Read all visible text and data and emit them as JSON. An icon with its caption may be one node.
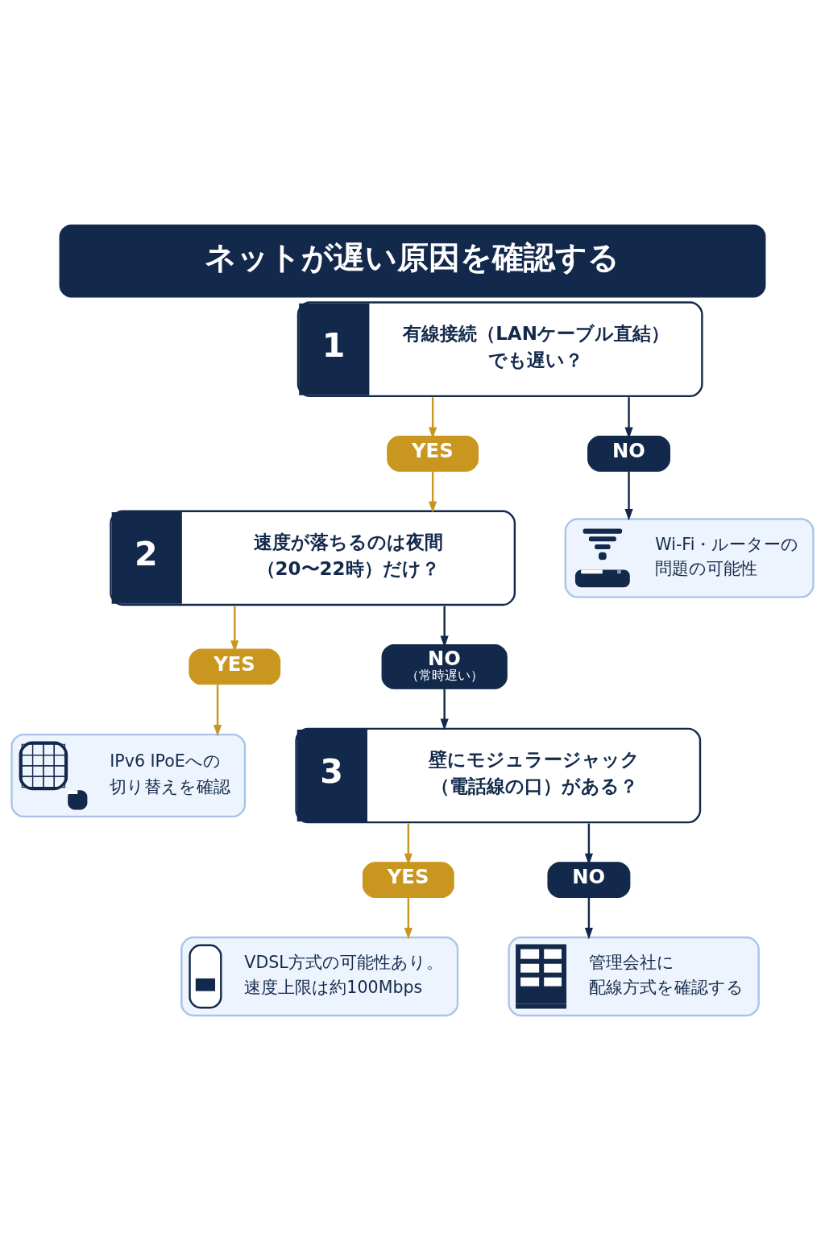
{
  "diagram": {
    "title": "ネットが遅い原因を確認する",
    "nodes": [
      {
        "text": [
          "1",
          "有線接続（LANケーブル直結）でも遅い？"
        ]
      },
      {
        "text": [
          "YES"
        ]
      },
      {
        "text": [
          "NO"
        ]
      },
      {
        "text": [
          "Wi-Fi・ルーターの問題の可能性"
        ]
      },
      {
        "text": [
          "2",
          "速度が落ちるのは夜間（20〜22時）だけ？"
        ]
      },
      {
        "text": [
          "YES"
        ]
      },
      {
        "text": [
          "NO",
          "（常時遅い）"
        ]
      },
      {
        "text": [
          "IPv6 IPoEへの切り替えを確認"
        ]
      },
      {
        "text": [
          "3",
          "壁にモジュラージャック（電話線の口）がある？"
        ]
      },
      {
        "text": [
          "YES"
        ]
      },
      {
        "text": [
          "NO"
        ]
      },
      {
        "text": [
          "VDSL方式の可能性あり。速度上限は約100Mbps"
        ]
      },
      {
        "text": [
          "管理会社に配線方式を確認する"
        ]
      }
    ],
    "edges": [
      {
        "from": 0,
        "to": 1,
        "arrow": "to",
        "color": "#c9961f"
      },
      {
        "from": 0,
        "to": 2,
        "arrow": "to",
        "color": "#13294b"
      },
      {
        "from": 1,
        "to": 4,
        "arrow": "to",
        "color": "#c9961f"
      },
      {
        "from": 2,
        "to": 3,
        "arrow": "to",
        "color": "#13294b"
      },
      {
        "from": 4,
        "to": 5,
        "arrow": "to",
        "color": "#c9961f"
      },
      {
        "from": 4,
        "to": 6,
        "arrow": "to",
        "color": "#13294b"
      },
      {
        "from": 5,
        "to": 7,
        "arrow": "to",
        "color": "#c9961f"
      },
      {
        "from": 6,
        "to": 8,
        "arrow": "to",
        "color": "#13294b"
      },
      {
        "from": 8,
        "to": 9,
        "arrow": "to",
        "color": "#c9961f"
      },
      {
        "from": 8,
        "to": 10,
        "arrow": "to",
        "color": "#13294b"
      },
      {
        "from": 9,
        "to": 11,
        "arrow": "to",
        "color": "#c9961f"
      },
      {
        "from": 10,
        "to": 12,
        "arrow": "to",
        "color": "#13294b"
      }
    ]
  }
}
